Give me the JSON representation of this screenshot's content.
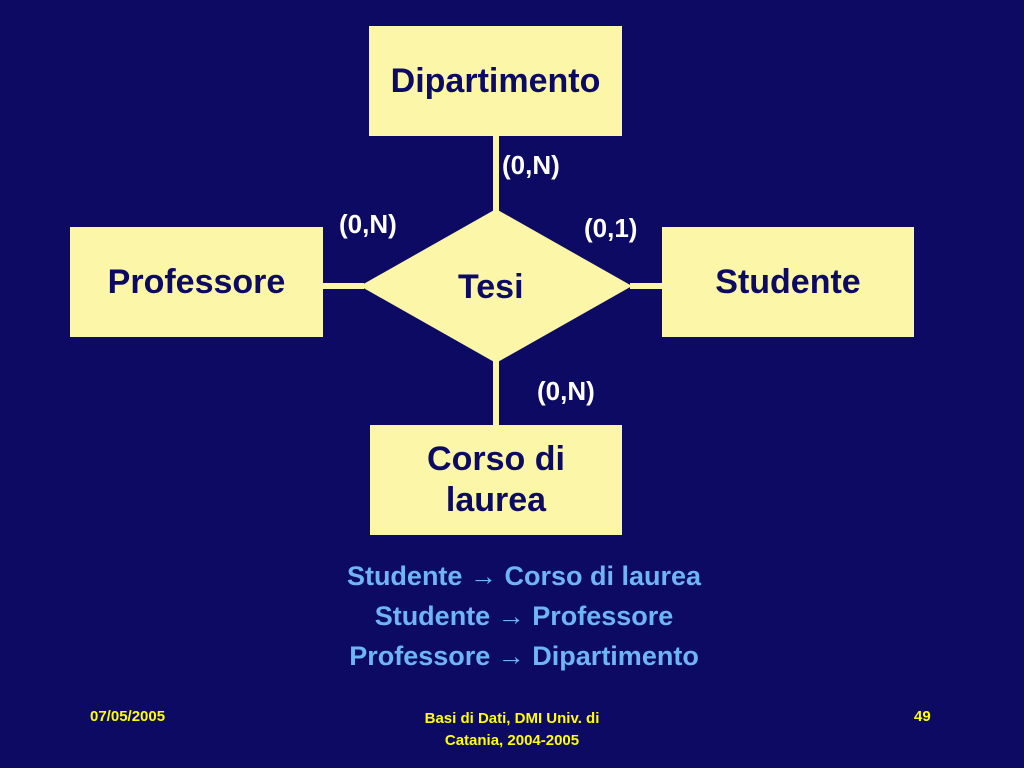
{
  "diagram": {
    "entities": {
      "dipartimento": "Dipartimento",
      "professore": "Professore",
      "studente": "Studente",
      "corso_line1": "Corso di",
      "corso_line2": "laurea"
    },
    "relationship": "Tesi",
    "cardinalities": {
      "dipartimento": "(0,N)",
      "professore": "(0,N)",
      "studente": "(0,1)",
      "corso": "(0,N)"
    }
  },
  "notes": [
    {
      "from": "Studente",
      "arrow": "→",
      "to": "Corso di laurea"
    },
    {
      "from": "Studente",
      "arrow": "→",
      "to": "Professore"
    },
    {
      "from": "Professore",
      "arrow": "→",
      "to": "Dipartimento"
    }
  ],
  "footer": {
    "date": "07/05/2005",
    "course_line1": "Basi di Dati, DMI Univ. di",
    "course_line2": "Catania, 2004-2005",
    "page": "49"
  },
  "colors": {
    "background": "#0d0a63",
    "shape_fill": "#fbf6a8",
    "notes_text": "#6fb5f5",
    "footer_text": "#ffff00"
  }
}
